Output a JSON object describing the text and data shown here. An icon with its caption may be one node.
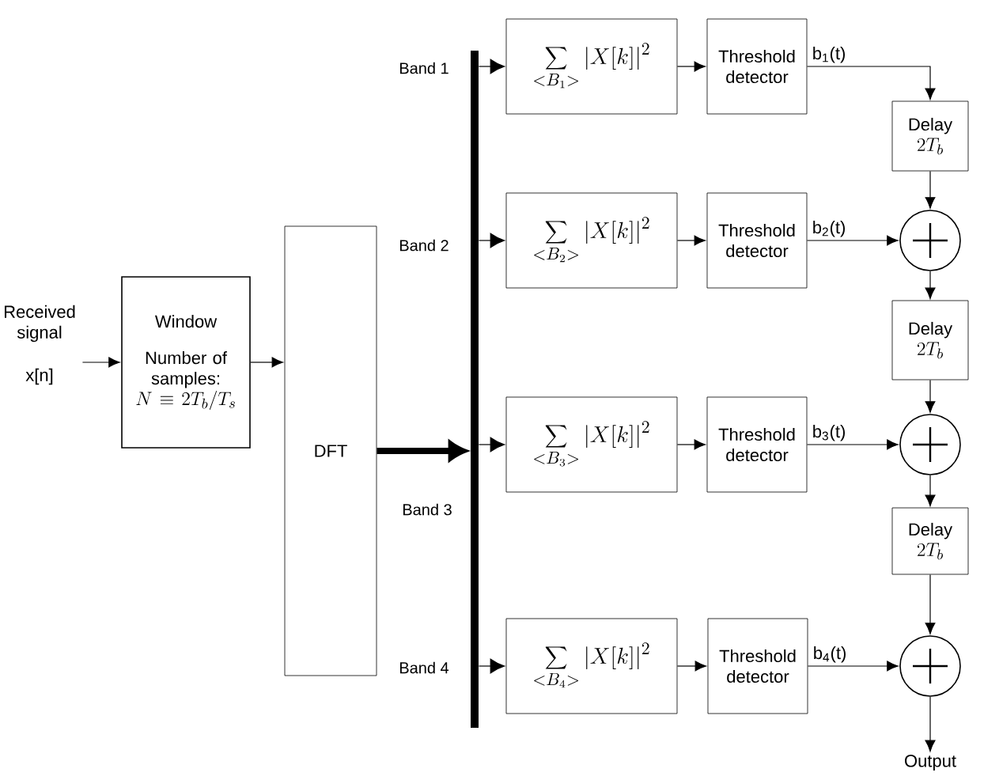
{
  "diagram": {
    "nodes": [
      {
        "text": [
          "Received signal",
          "x[n]"
        ]
      },
      {
        "text": [
          "Window",
          "Number of samples:",
          "N \\equiv 2T_b / T_s"
        ]
      },
      {
        "text": [
          "DFT"
        ]
      },
      {
        "text": [],
        "shape": "bar"
      },
      {
        "text": [
          "\\sum_{<B_1>} | X[k] |^2"
        ]
      },
      {
        "text": [
          "\\sum_{<B_2>} | X[k] |^2"
        ]
      },
      {
        "text": [
          "\\sum_{<B_3>} | X[k] |^2"
        ]
      },
      {
        "text": [
          "\\sum_{<B_4>} | X[k] |^2"
        ]
      },
      {
        "text": [
          "Threshold detector"
        ]
      },
      {
        "text": [
          "Threshold detector"
        ]
      },
      {
        "text": [
          "Threshold detector"
        ]
      },
      {
        "text": [
          "Threshold detector"
        ]
      },
      {
        "text": [
          "Delay",
          "2T_b"
        ]
      },
      {
        "text": [],
        "shape": "circle"
      },
      {
        "text": [
          "Delay",
          "2T_b"
        ]
      },
      {
        "text": [],
        "shape": "circle"
      },
      {
        "text": [
          "Delay",
          "2T_b"
        ]
      },
      {
        "text": [],
        "shape": "circle"
      },
      {
        "text": [
          "Output"
        ]
      }
    ],
    "edges": [
      {
        "from": 0,
        "to": 1,
        "arrow": "to"
      },
      {
        "from": 1,
        "to": 2,
        "arrow": "to"
      },
      {
        "from": 2,
        "to": 3,
        "arrow": "to",
        "style": "thick"
      },
      {
        "from": 3,
        "to": 4,
        "arrow": "to"
      },
      {
        "from": 3,
        "to": 5,
        "arrow": "to"
      },
      {
        "from": 3,
        "to": 6,
        "arrow": "to"
      },
      {
        "from": 3,
        "to": 7,
        "arrow": "to"
      },
      {
        "from": 4,
        "to": 8,
        "arrow": "to"
      },
      {
        "from": 5,
        "to": 9,
        "arrow": "to"
      },
      {
        "from": 6,
        "to": 10,
        "arrow": "to"
      },
      {
        "from": 7,
        "to": 11,
        "arrow": "to"
      },
      {
        "from": 8,
        "to": 12,
        "arrow": "to",
        "label": "b$_{1}$(t)"
      },
      {
        "from": 12,
        "to": 13,
        "arrow": "to"
      },
      {
        "from": 9,
        "to": 13,
        "arrow": "to",
        "label": "b$_{2}$(t)"
      },
      {
        "from": 13,
        "to": 14,
        "arrow": "to"
      },
      {
        "from": 14,
        "to": 15,
        "arrow": "to"
      },
      {
        "from": 10,
        "to": 15,
        "arrow": "to",
        "label": "b$_{3}$(t)"
      },
      {
        "from": 15,
        "to": 16,
        "arrow": "to"
      },
      {
        "from": 16,
        "to": 17,
        "arrow": "to"
      },
      {
        "from": 11,
        "to": 17,
        "arrow": "to",
        "label": "b$_{4}$(t)"
      },
      {
        "from": 17,
        "to": 18,
        "arrow": "to"
      }
    ],
    "labels": [
      "Band 1",
      "Band 2",
      "Band 3",
      "Band 4"
    ]
  }
}
